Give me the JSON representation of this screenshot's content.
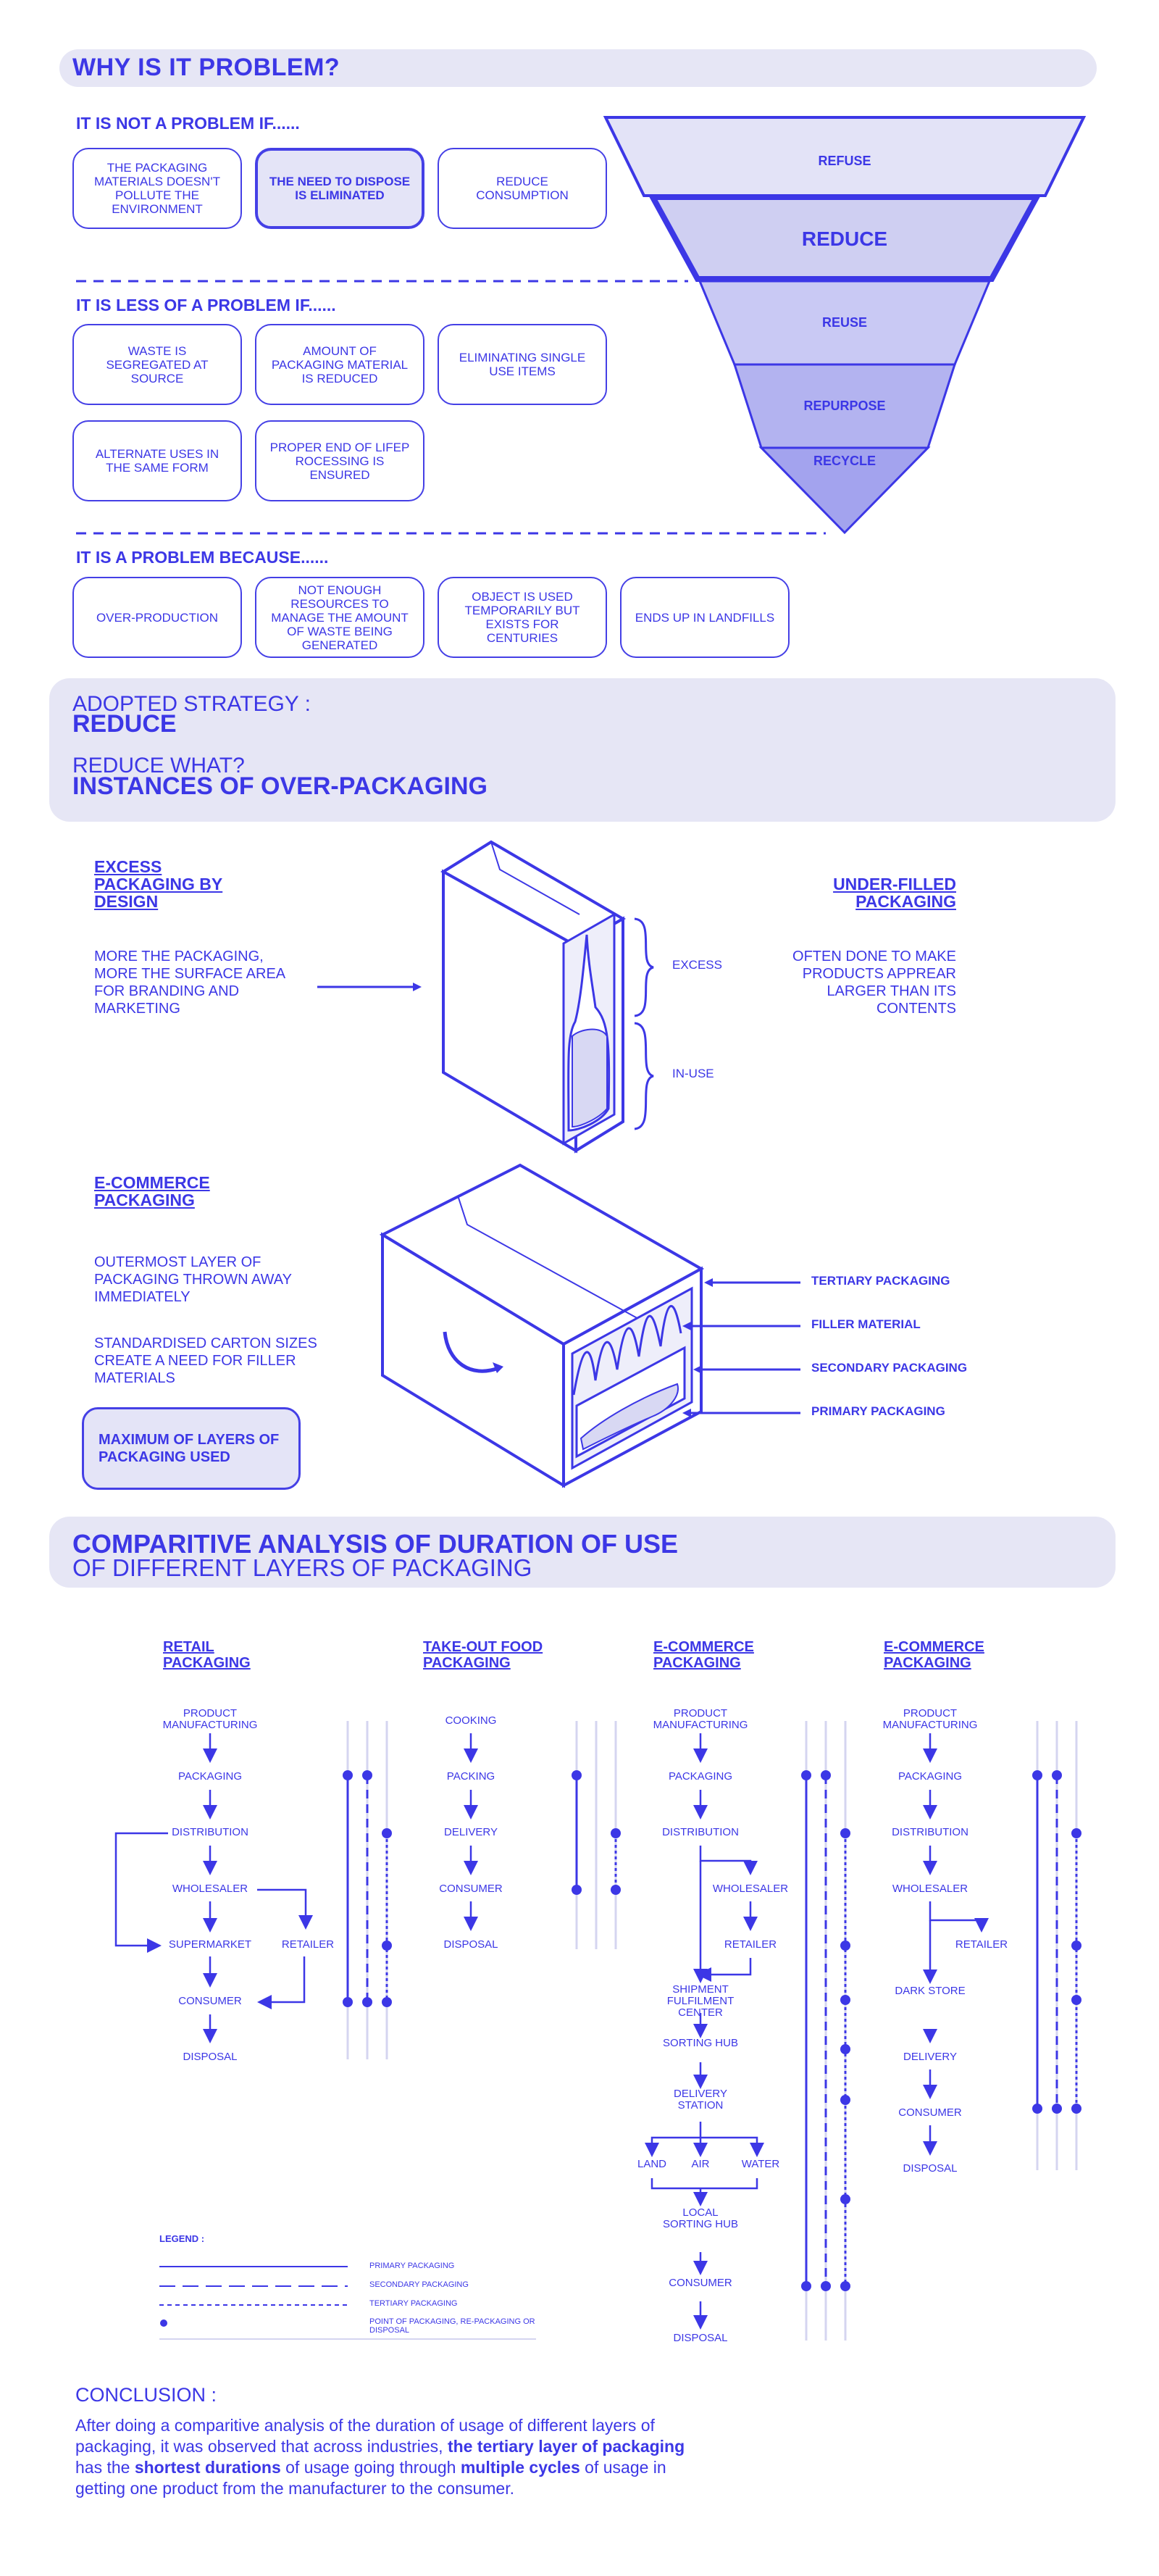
{
  "section1": {
    "title": "WHY IS IT PROBLEM?",
    "not_problem": {
      "heading": "IT IS NOT A PROBLEM IF......",
      "items": [
        "THE PACKAGING MATERIALS DOESN'T POLLUTE THE ENVIRONMENT",
        "THE NEED TO DISPOSE IS ELIMINATED",
        "REDUCE CONSUMPTION"
      ]
    },
    "less_problem": {
      "heading": "IT IS LESS OF A PROBLEM IF......",
      "items": [
        "WASTE IS SEGREGATED AT SOURCE",
        "AMOUNT OF PACKAGING MATERIAL IS REDUCED",
        "ELIMINATING SINGLE USE ITEMS",
        "ALTERNATE USES IN THE SAME FORM",
        "PROPER END OF LIFEP ROCESSING IS ENSURED"
      ]
    },
    "is_problem": {
      "heading": "IT IS A PROBLEM BECAUSE......",
      "items": [
        "OVER-PRODUCTION",
        "NOT ENOUGH RESOURCES TO MANAGE THE AMOUNT OF WASTE BEING GENERATED",
        "OBJECT IS USED TEMPORARILY BUT EXISTS FOR CENTURIES",
        "ENDS UP IN LANDFILLS"
      ]
    },
    "pyramid": [
      "REFUSE",
      "REDUCE",
      "REUSE",
      "REPURPOSE",
      "RECYCLE"
    ]
  },
  "strategy": {
    "label": "ADOPTED STRATEGY :",
    "value": "REDUCE",
    "label2": "REDUCE WHAT?",
    "value2": "INSTANCES OF OVER-PACKAGING"
  },
  "overpack": {
    "excess_title": "EXCESS PACKAGING BY DESIGN",
    "excess_text": "MORE THE PACKAGING, MORE THE SURFACE AREA FOR BRANDING AND MARKETING",
    "underfilled_title": "UNDER-FILLED PACKAGING",
    "underfilled_text": "OFTEN DONE TO MAKE PRODUCTS APPREAR LARGER THAN ITS CONTENTS",
    "label_excess": "EXCESS",
    "label_inuse": "IN-USE",
    "ecom_title": "E-COMMERCE PACKAGING",
    "ecom_text1": "OUTERMOST LAYER OF PACKAGING THROWN AWAY IMMEDIATELY",
    "ecom_text2": "STANDARDISED CARTON SIZES CREATE A NEED FOR FILLER MATERIALS",
    "ecom_box": "MAXIMUM OF LAYERS OF PACKAGING USED",
    "layers": [
      "TERTIARY PACKAGING",
      "FILLER MATERIAL",
      "SECONDARY PACKAGING",
      "PRIMARY PACKAGING"
    ]
  },
  "analysis": {
    "title": "COMPARITIVE ANALYSIS OF DURATION OF USE",
    "subtitle": "OF DIFFERENT LAYERS OF PACKAGING",
    "col1": {
      "title": "RETAIL PACKAGING",
      "steps": [
        "PRODUCT MANUFACTURING",
        "PACKAGING",
        "DISTRIBUTION",
        "WHOLESALER",
        "SUPERMARKET",
        "RETAILER",
        "CONSUMER",
        "DISPOSAL"
      ]
    },
    "col2": {
      "title": "TAKE-OUT FOOD PACKAGING",
      "steps": [
        "COOKING",
        "PACKING",
        "DELIVERY",
        "CONSUMER",
        "DISPOSAL"
      ]
    },
    "col3": {
      "title": "E-COMMERCE PACKAGING",
      "steps": [
        "PRODUCT MANUFACTURING",
        "PACKAGING",
        "DISTRIBUTION",
        "WHOLESALER",
        "RETAILER",
        "SHIPMENT FULFILMENT CENTER",
        "SORTING HUB",
        "DELIVERY STATION",
        "LAND",
        "AIR",
        "WATER",
        "LOCAL SORTING HUB",
        "CONSUMER",
        "DISPOSAL"
      ]
    },
    "col4": {
      "title": "E-COMMERCE PACKAGING",
      "steps": [
        "PRODUCT MANUFACTURING",
        "PACKAGING",
        "DISTRIBUTION",
        "WHOLESALER",
        "RETAILER",
        "DARK STORE",
        "DELIVERY",
        "CONSUMER",
        "DISPOSAL"
      ]
    },
    "legend": {
      "title": "LEGEND :",
      "items": [
        "PRIMARY PACKAGING",
        "SECONDARY PACKAGING",
        "TERTIARY PACKAGING",
        "POINT OF PACKAGING, RE-PACKAGING OR DISPOSAL"
      ]
    }
  },
  "conclusion": {
    "title": "CONCLUSION :",
    "t1": "After doing a comparitive analysis of the duration of usage of different layers of packaging, it was observed that across industries, ",
    "b1": "the tertiary layer of packaging",
    "t2": " has the ",
    "b2": "shortest durations",
    "t3": " of usage going through ",
    "b3": "multiple cycles",
    "t4": " of usage in getting one product from the manufacturer to the consumer."
  }
}
